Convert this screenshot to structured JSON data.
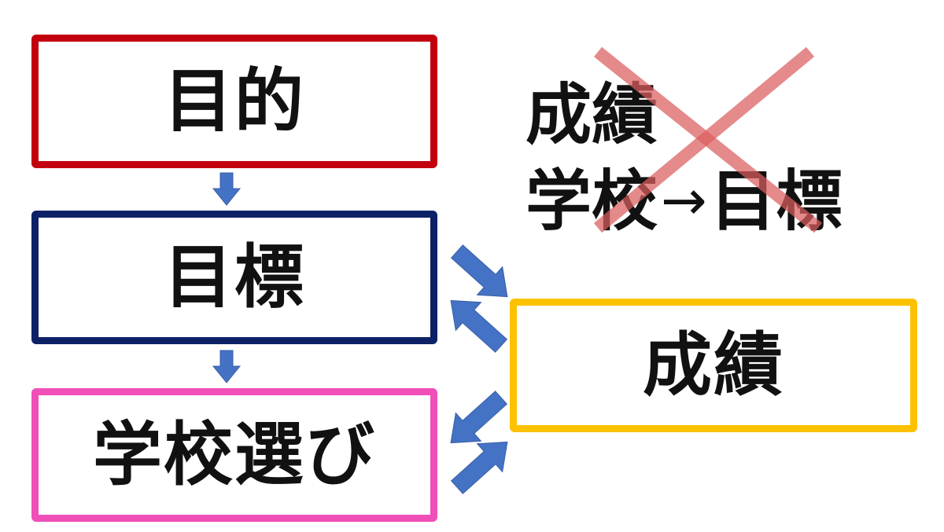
{
  "colors": {
    "purpose_border": "#c3000d",
    "goal_border": "#0d2167",
    "school_border": "#f04fb8",
    "grades_border": "#fcc200",
    "arrow_fill": "#4472c4",
    "cross_color": "#dc5e5e",
    "text": "#111111"
  },
  "boxes": {
    "purpose": {
      "label": "目的"
    },
    "goal": {
      "label": "目標"
    },
    "school_choice": {
      "label": "学校選び"
    },
    "grades": {
      "label": "成績"
    }
  },
  "wrong_order": {
    "line1": "成績",
    "line2_from": "学校",
    "line2_arrow": "→",
    "line2_to": "目標",
    "marker_icon": "cross-mark-icon"
  }
}
